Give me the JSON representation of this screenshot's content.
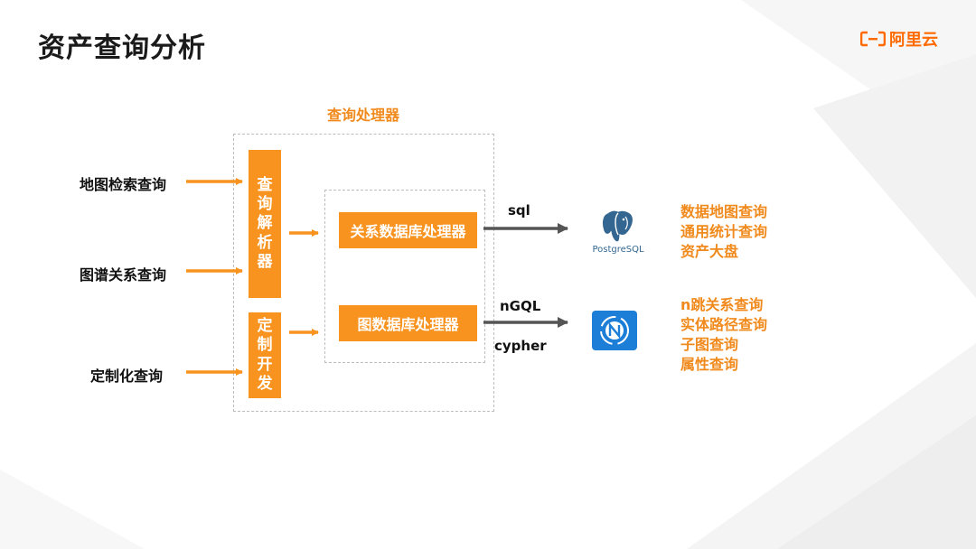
{
  "slide": {
    "title": "资产查询分析",
    "brand": "阿里云"
  },
  "diagram": {
    "processor_label": "查询处理器",
    "inputs": [
      "地图检索查询",
      "图谱关系查询",
      "定制化查询"
    ],
    "parse_box": "查询解析器",
    "custom_box": "定制开发",
    "relational_processor": "关系数据库处理器",
    "graph_processor": "图数据库处理器",
    "edge_sql": "sql",
    "edge_ngql": "nGQL",
    "edge_cypher": "cypher",
    "postgres_logo_text": "PostgreSQL",
    "postgres_outputs": [
      "数据地图查询",
      "通用统计查询",
      "资产大盘"
    ],
    "graph_outputs": [
      "n跳关系查询",
      "实体路径查询",
      "子图查询",
      "属性查询"
    ]
  },
  "colors": {
    "accent": "#f7931e",
    "accent_text": "#f08a1c",
    "brand": "#ff6a00",
    "arrow_dark": "#555555"
  },
  "icons": [
    "aliyun-logo-icon",
    "postgresql-elephant-icon",
    "nebula-graph-icon"
  ]
}
